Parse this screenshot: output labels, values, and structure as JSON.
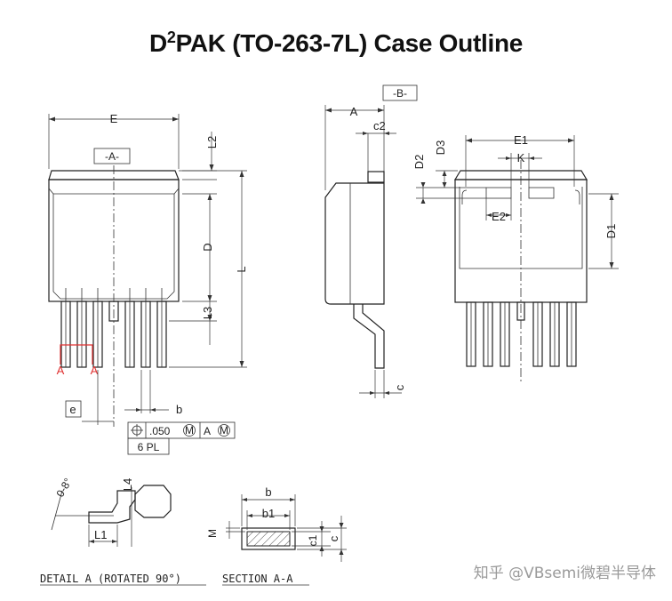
{
  "title": {
    "main_prefix": "D",
    "superscript": "2",
    "main_suffix": "PAK (TO-263-7L) Case Outline"
  },
  "labels": {
    "E": "E",
    "A_datum": "-A-",
    "B_datum": "-B-",
    "L2": "L2",
    "D": "D",
    "L": "L",
    "L3": "L3",
    "A": "A",
    "c2": "c2",
    "D2": "D2",
    "D3": "D3",
    "E1": "E1",
    "K": "K",
    "E2": "E2",
    "D1": "D1",
    "c": "c",
    "e": "e",
    "b": "b",
    "b1": "b1",
    "c1": "c1",
    "M": "M",
    "L1": "L1",
    "L4": "L4",
    "angle": "0-8°",
    "section_marker": "A",
    "tolerance": ".050",
    "modifier_m": "M",
    "datum_ref": "A",
    "count": "6 PL",
    "detail_caption": "DETAIL A (ROTATED 90°)",
    "section_caption": "SECTION A-A"
  },
  "watermark": "知乎 @VBsemi微碧半导体"
}
